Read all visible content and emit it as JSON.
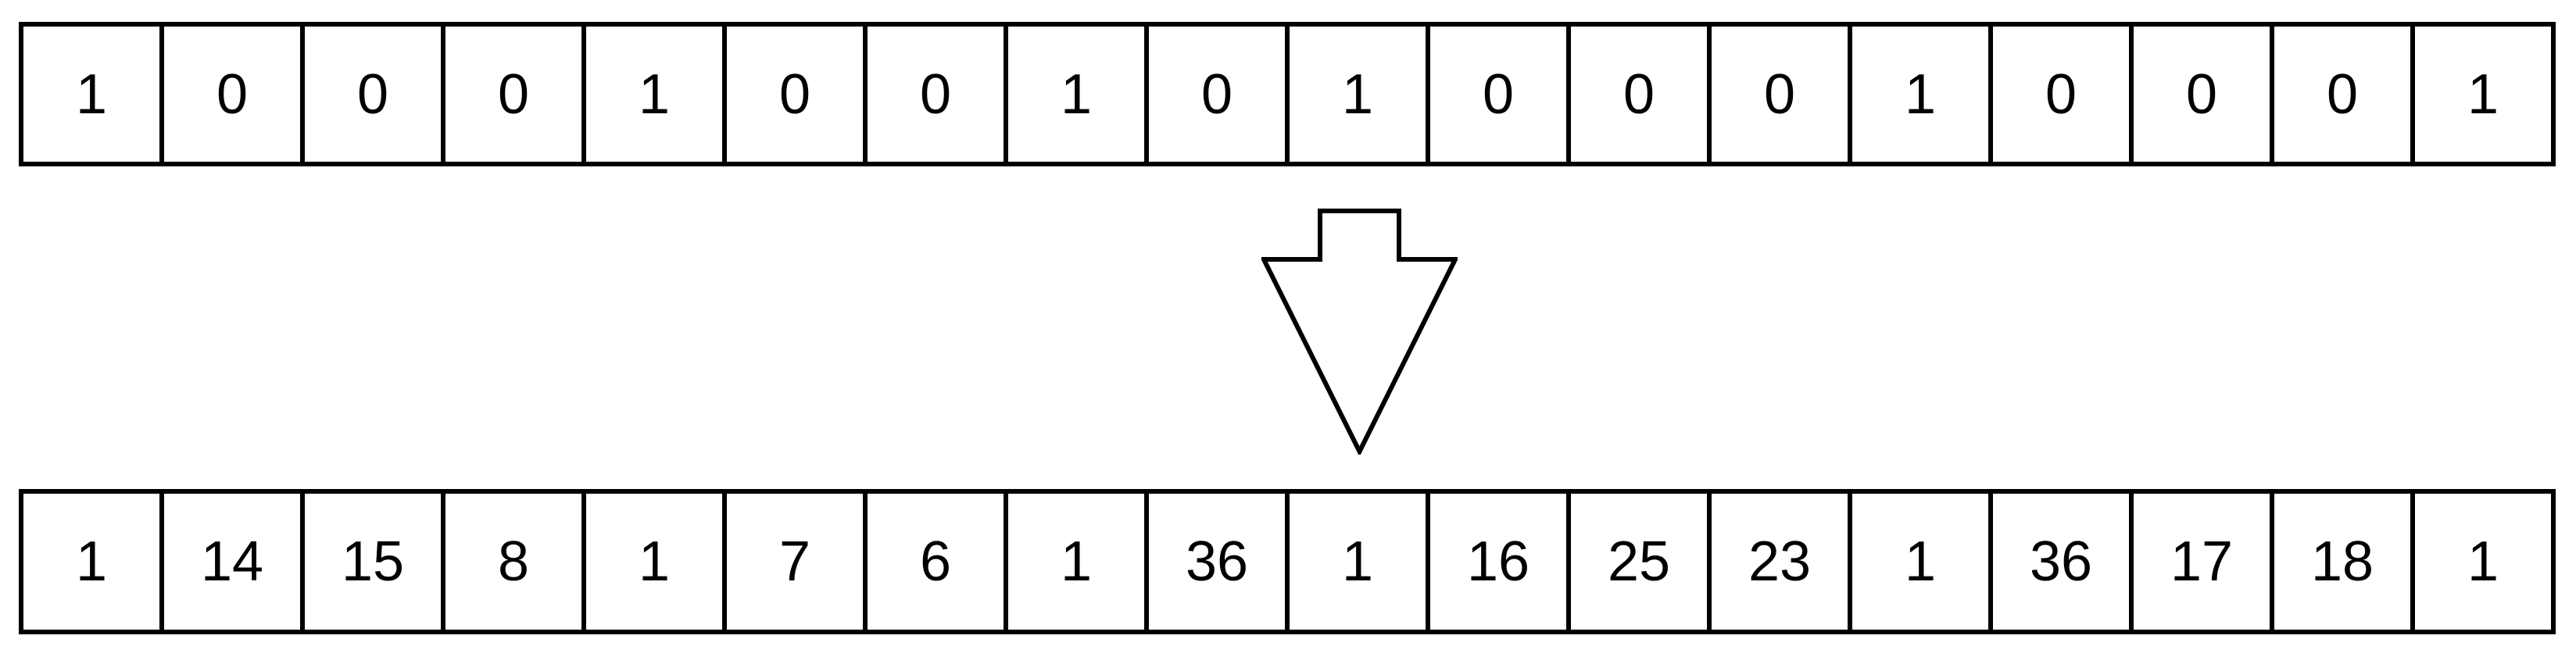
{
  "figure": {
    "top_row": [
      "1",
      "0",
      "0",
      "0",
      "1",
      "0",
      "0",
      "1",
      "0",
      "1",
      "0",
      "0",
      "0",
      "1",
      "0",
      "0",
      "0",
      "1"
    ],
    "bottom_row": [
      "1",
      "14",
      "15",
      "8",
      "1",
      "7",
      "6",
      "1",
      "36",
      "1",
      "16",
      "25",
      "23",
      "1",
      "36",
      "17",
      "18",
      "1"
    ],
    "arrow": {
      "icon": "down-arrow",
      "direction": "down"
    },
    "colors": {
      "border": "#000000",
      "text": "#000000",
      "background": "#ffffff"
    }
  }
}
